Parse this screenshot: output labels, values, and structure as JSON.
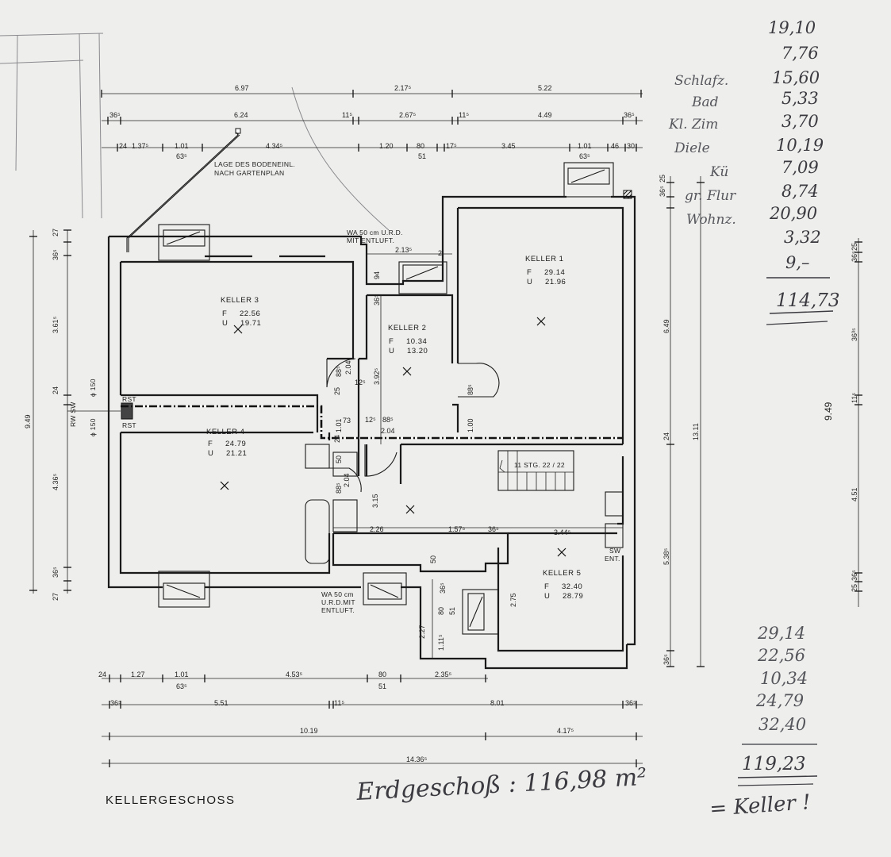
{
  "title": "KELLERGESCHOSS",
  "rooms": {
    "keller1": {
      "name": "KELLER  1",
      "f": "F     29.14",
      "u": "U     21.96"
    },
    "keller2": {
      "name": "KELLER  2",
      "f": "F     10.34",
      "u": "U     13.20"
    },
    "keller3": {
      "name": "KELLER  3",
      "f": "F     22.56",
      "u": "U     19.71"
    },
    "keller4": {
      "name": "KELLER  4",
      "f": "F     24.79",
      "u": "U     21.21"
    },
    "keller5": {
      "name": "KELLER  5",
      "f": "F     32.40",
      "u": "U     28.79"
    }
  },
  "notes": {
    "bodeneinlauf_1": "LAGE DES BODENEINL.",
    "bodeneinlauf_2": "NACH GARTENPLAN",
    "wa_top_1": "WA  50 cm U.R.D.",
    "wa_top_2": "MIT  ENTLUFT.",
    "wa_bottom_1": "WA  50 cm",
    "wa_bottom_2": "U.R.D.MIT",
    "wa_bottom_3": "ENTLUFT.",
    "stairs": "11 STG. 22 / 22",
    "rst_top": "RST",
    "rst_bottom": "RST",
    "rw_sw": "RW  SW",
    "pipe_150_top": "ϕ 150",
    "pipe_150_bottom": "ϕ 150",
    "sw_ent_1": "SW",
    "sw_ent_2": "ENT."
  },
  "dims_top": {
    "row1": [
      "6.97",
      "2.17⁵",
      "5.22"
    ],
    "row2": [
      "36⁵",
      "6.24",
      "11⁵",
      "2.67⁵",
      "11⁵",
      "4.49",
      "36⁵"
    ],
    "row3": [
      "24",
      "1.37⁵",
      "1.01",
      "4.34⁵",
      "1.20",
      "80",
      "17⁵",
      "3.45",
      "1.01",
      "46",
      "30"
    ],
    "row3_sub": [
      "63⁵",
      "51",
      "63⁵"
    ]
  },
  "dims_bottom": {
    "row1": [
      "24",
      "1.27",
      "1.01",
      "4.53⁵",
      "80",
      "2.35⁵"
    ],
    "row1_sub": [
      "63⁵",
      "51"
    ],
    "row2": [
      "36⁵",
      "5.51",
      "11⁵",
      "8.01",
      "36⁵"
    ],
    "row3": [
      "10.19",
      "4.17⁵"
    ],
    "row4": [
      "14.36⁵"
    ]
  },
  "dims_left": [
    "27",
    "36⁵",
    "3.61⁵",
    "24",
    "4.36⁵",
    "36⁵",
    "27",
    "9.49"
  ],
  "dims_right": [
    "36⁵",
    "25",
    "6.49",
    "24",
    "5.38⁵",
    "36⁵",
    "13.11",
    "9.49",
    "36⁵",
    "25",
    "36³⁵",
    "11⁵",
    "4.51",
    "36⁵",
    "25"
  ],
  "dims_interior": [
    "2.13⁵",
    "2",
    "94",
    "36⁵",
    "3.92⁵",
    "2.04",
    "88⁵",
    "12⁵",
    "25",
    "73",
    "1.01",
    "12⁵",
    "88⁵",
    "2.04",
    "24",
    "88⁵",
    "1.00",
    "50",
    "2.04",
    "88⁵",
    "3.15",
    "2.26",
    "1.57⁵",
    "36⁵",
    "3.44⁵",
    "50",
    "36⁵",
    "2.27",
    "80",
    "51",
    "1.11⁵",
    "2.75"
  ],
  "handwritten": {
    "list_top": [
      "19,10",
      "7,76",
      "15,60",
      "5,33",
      "3,70",
      "10,19",
      "7,09",
      "8,74",
      "20,90",
      "3,32",
      "9,–"
    ],
    "list_top_total": "114,73",
    "list_labels": [
      "Schlafz.",
      "Bad",
      "Kl. Zim",
      "Diele",
      "Kü",
      "gr. Flur",
      "Wohnz."
    ],
    "list_bottom": [
      "29,14",
      "22,56",
      "10,34",
      "24,79",
      "32,40"
    ],
    "list_bottom_total": "119,23",
    "keller_note": "= Keller !",
    "erdgeschoss": "Erdgeschoß :  116,98 m²"
  }
}
